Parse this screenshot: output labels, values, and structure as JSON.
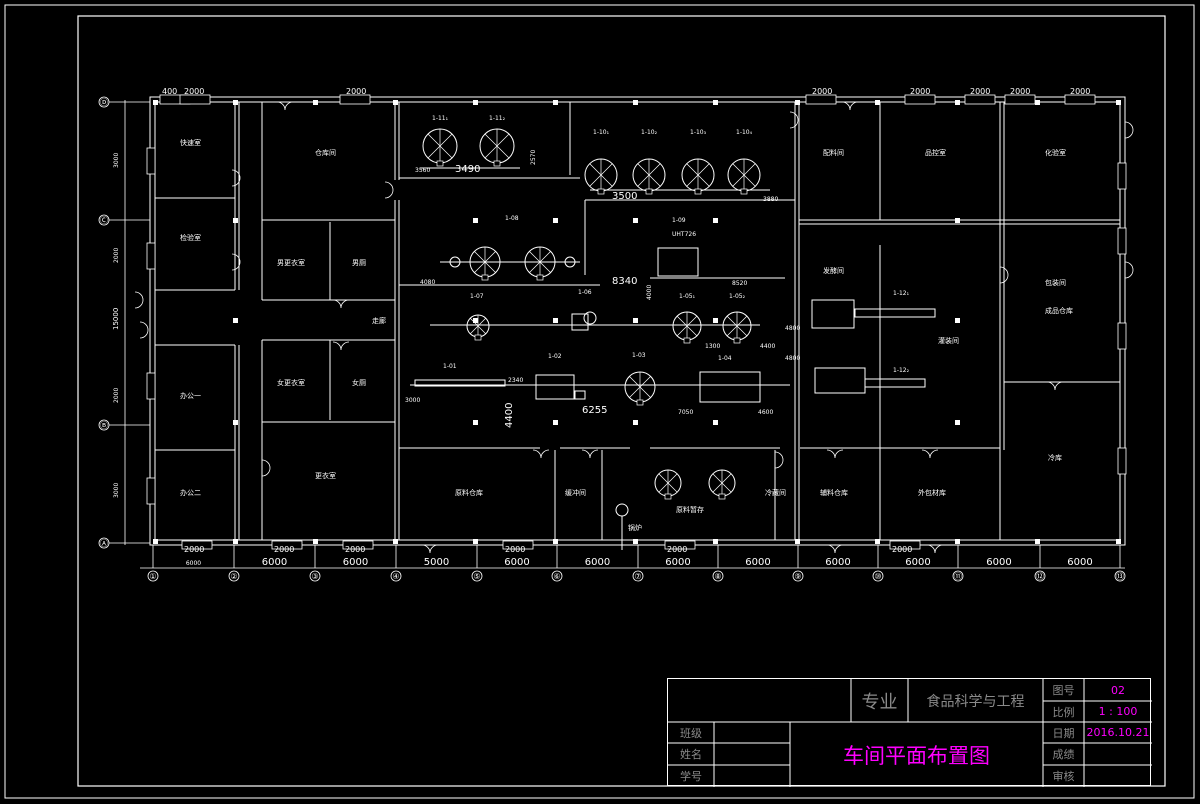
{
  "drawing": {
    "grid_rows": [
      "Ⓐ",
      "Ⓑ",
      "Ⓒ",
      "Ⓓ"
    ],
    "grid_cols": [
      "①",
      "②",
      "③",
      "④",
      "⑤",
      "⑥",
      "⑦",
      "⑧",
      "⑨",
      "⑩",
      "⑪",
      "⑫",
      "⑬",
      "⑭"
    ],
    "top_windows": [
      "400",
      "2000",
      "2000",
      "2000",
      "2000",
      "2000",
      "2000"
    ],
    "bottom_dims": [
      "6000",
      "6000",
      "6000",
      "5000",
      "6000",
      "6000",
      "6000",
      "6000",
      "6000",
      "6000",
      "6000",
      "6000",
      "6000"
    ],
    "bottom_windows": [
      "2000",
      "2000",
      "2000",
      "2000",
      "2000",
      "2000"
    ],
    "left_dims": [
      "3000",
      "2000",
      "15000",
      "2000",
      "3000"
    ],
    "rooms": [
      "快速室",
      "检验室",
      "更衣室",
      "男厕",
      "女厕",
      "办公一",
      "办公二",
      "仓库间",
      "男更衣室",
      "女更衣室",
      "走廊",
      "原料仓库",
      "缓冲间",
      "冷藏间",
      "配料间",
      "品控室",
      "化验室",
      "发酵间",
      "灌装间",
      "包装间",
      "成品仓库",
      "冷库",
      "原料暂存",
      "锅炉",
      "辅料仓库",
      "外包材库"
    ],
    "equipment": [
      "1-11₁",
      "1-11₂",
      "1-10₁",
      "1-10₂",
      "1-10₃",
      "1-10₄",
      "1-08",
      "1-09",
      "UHT726",
      "1-07",
      "1-06",
      "1-05₁",
      "1-05₂",
      "1-01",
      "1-02",
      "1-03",
      "1-04",
      "1-12₁",
      "1-12₂"
    ],
    "dims": [
      "3490",
      "3560",
      "3500",
      "3880",
      "8340",
      "4000",
      "6255",
      "4400",
      "2340",
      "7050",
      "4600",
      "4800",
      "3000",
      "8520",
      "4400",
      "1300",
      "2570",
      "4080"
    ]
  },
  "title_block": {
    "major_label": "专业",
    "major_value": "食品科学与工程",
    "drawing_no_label": "图号",
    "drawing_no": "02",
    "scale_label": "比例",
    "scale": "1 : 100",
    "class_label": "班级",
    "name_label": "姓名",
    "student_no_label": "学号",
    "date_label": "日期",
    "date": "2016.10.21",
    "grade_label": "成绩",
    "review_label": "审核",
    "title": "车间平面布置图"
  },
  "colors": {
    "background": "#000000",
    "lines": "#ffffff",
    "accent": "#ff00ff",
    "label_gray": "#8a8a8a",
    "title_gray": "#a0a0a0"
  }
}
